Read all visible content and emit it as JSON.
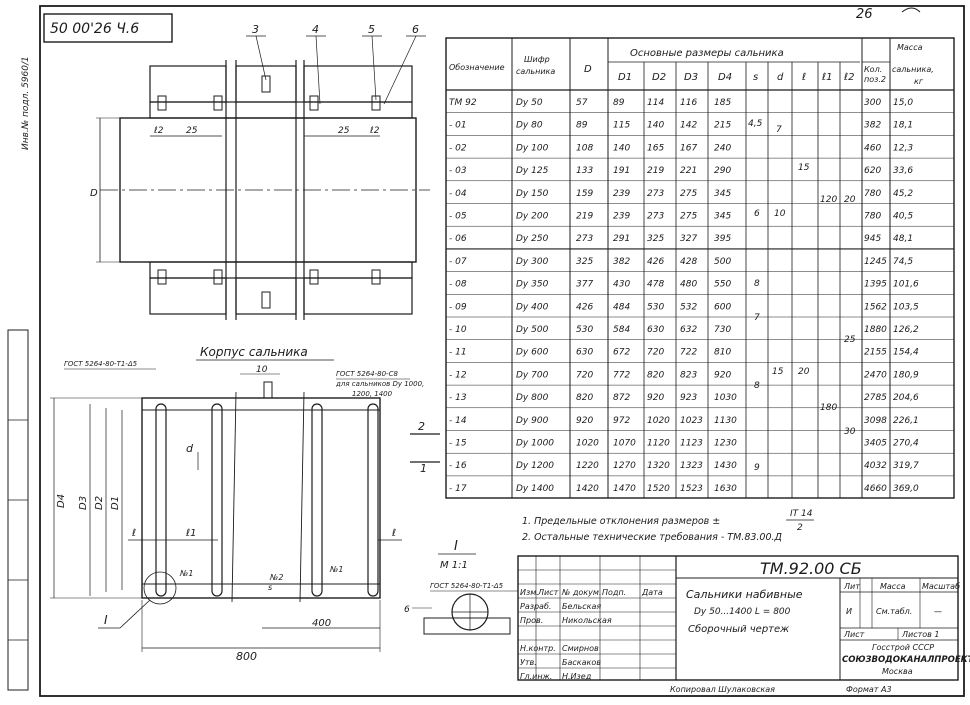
{
  "sheet": {
    "stamp_top_left": "50 00'26 Ч.6",
    "page_number": "26",
    "side_text": "Инв.№ подл.   5960/1"
  },
  "drawing": {
    "callouts": [
      "3",
      "4",
      "5",
      "6"
    ],
    "top_dims": {
      "l2": "ℓ2",
      "d25a": "25",
      "d25b": "25",
      "l2b": "ℓ2"
    },
    "D_label": "D",
    "body_title": "Корпус сальника",
    "gost_left": "ГОСТ 5264-80-Т1-Δ5",
    "gost_right_1": "ГОСТ 5264-80-С8",
    "gost_right_2": "для сальников Dу 1000,",
    "gost_right_3": "1200, 1400",
    "dim_10": "10",
    "d_small": "d",
    "D_labels": [
      "D4",
      "D3",
      "D2",
      "D1"
    ],
    "l_small": "ℓ",
    "l1_label": "ℓ1",
    "l_right": "ℓ",
    "positions": {
      "p1": "№1",
      "p2": "№2",
      "p1b": "№1",
      "s_mark": "s"
    },
    "side_marks": {
      "two": "2",
      "one": "1"
    },
    "dim_400": "400",
    "dim_800": "800",
    "roman_I": "I",
    "detail_title": "I",
    "detail_scale": "М 1:1",
    "gost_detail": "ГОСТ 5264-80-Т1-Δ5",
    "detail_6": "6"
  },
  "table": {
    "headers": {
      "designation": "Обозначение",
      "code_1": "Шифр",
      "code_2": "сальника",
      "D": "D",
      "main_sizes": "Основные размеры сальника",
      "D1": "D1",
      "D2": "D2",
      "D3": "D3",
      "D4": "D4",
      "s": "s",
      "d": "d",
      "l": "ℓ",
      "l1": "ℓ1",
      "l2": "ℓ2",
      "mass_1": "Масса",
      "mass_2": "сальника,",
      "mass_3": "кг",
      "pos_1": "Кол.",
      "pos_2": "поз.2"
    },
    "rows": [
      {
        "des": "ТМ 92",
        "code": "Dу 50",
        "D": "57",
        "D1": "89",
        "D2": "114",
        "D3": "116",
        "D4": "185",
        "q": "300",
        "m": "15,0"
      },
      {
        "des": "- 01",
        "code": "Dу 80",
        "D": "89",
        "D1": "115",
        "D2": "140",
        "D3": "142",
        "D4": "215",
        "q": "382",
        "m": "18,1"
      },
      {
        "des": "- 02",
        "code": "Dу 100",
        "D": "108",
        "D1": "140",
        "D2": "165",
        "D3": "167",
        "D4": "240",
        "q": "460",
        "m": "12,3"
      },
      {
        "des": "- 03",
        "code": "Dу 125",
        "D": "133",
        "D1": "191",
        "D2": "219",
        "D3": "221",
        "D4": "290",
        "q": "620",
        "m": "33,6"
      },
      {
        "des": "- 04",
        "code": "Dу 150",
        "D": "159",
        "D1": "239",
        "D2": "273",
        "D3": "275",
        "D4": "345",
        "q": "780",
        "m": "45,2"
      },
      {
        "des": "- 05",
        "code": "Dу 200",
        "D": "219",
        "D1": "239",
        "D2": "273",
        "D3": "275",
        "D4": "345",
        "q": "780",
        "m": "40,5"
      },
      {
        "des": "- 06",
        "code": "Dу 250",
        "D": "273",
        "D1": "291",
        "D2": "325",
        "D3": "327",
        "D4": "395",
        "q": "945",
        "m": "48,1"
      },
      {
        "des": "- 07",
        "code": "Dу 300",
        "D": "325",
        "D1": "382",
        "D2": "426",
        "D3": "428",
        "D4": "500",
        "q": "1245",
        "m": "74,5"
      },
      {
        "des": "- 08",
        "code": "Dу 350",
        "D": "377",
        "D1": "430",
        "D2": "478",
        "D3": "480",
        "D4": "550",
        "q": "1395",
        "m": "101,6"
      },
      {
        "des": "- 09",
        "code": "Dу 400",
        "D": "426",
        "D1": "484",
        "D2": "530",
        "D3": "532",
        "D4": "600",
        "q": "1562",
        "m": "103,5"
      },
      {
        "des": "- 10",
        "code": "Dу 500",
        "D": "530",
        "D1": "584",
        "D2": "630",
        "D3": "632",
        "D4": "730",
        "q": "1880",
        "m": "126,2"
      },
      {
        "des": "- 11",
        "code": "Dу 600",
        "D": "630",
        "D1": "672",
        "D2": "720",
        "D3": "722",
        "D4": "810",
        "q": "2155",
        "m": "154,4"
      },
      {
        "des": "- 12",
        "code": "Dу 700",
        "D": "720",
        "D1": "772",
        "D2": "820",
        "D3": "823",
        "D4": "920",
        "q": "2470",
        "m": "180,9"
      },
      {
        "des": "- 13",
        "code": "Dу 800",
        "D": "820",
        "D1": "872",
        "D2": "920",
        "D3": "923",
        "D4": "1030",
        "q": "2785",
        "m": "204,6"
      },
      {
        "des": "- 14",
        "code": "Dу 900",
        "D": "920",
        "D1": "972",
        "D2": "1020",
        "D3": "1023",
        "D4": "1130",
        "q": "3098",
        "m": "226,1"
      },
      {
        "des": "- 15",
        "code": "Dу 1000",
        "D": "1020",
        "D1": "1070",
        "D2": "1120",
        "D3": "1123",
        "D4": "1230",
        "q": "3405",
        "m": "270,4"
      },
      {
        "des": "- 16",
        "code": "Dу 1200",
        "D": "1220",
        "D1": "1270",
        "D2": "1320",
        "D3": "1323",
        "D4": "1430",
        "q": "4032",
        "m": "319,7"
      },
      {
        "des": "- 17",
        "code": "Dу 1400",
        "D": "1420",
        "D1": "1470",
        "D2": "1520",
        "D3": "1523",
        "D4": "1630",
        "q": "4660",
        "m": "369,0"
      }
    ],
    "merged": {
      "s_45": "4,5",
      "s_6": "6",
      "s_8": "8",
      "s_7": "7",
      "s_8b": "8",
      "s_9": "9",
      "d_7": "7",
      "d_10": "10",
      "d_15": "15",
      "l_15": "15",
      "l_20": "20",
      "l1_120": "120",
      "l1_180": "180",
      "l2_20": "20",
      "l2_25": "25",
      "l2_30": "30"
    }
  },
  "notes": {
    "n1": "1. Предельные отклонения размеров  ±",
    "n1_frac_top": "IT 14",
    "n1_frac_bottom": "2",
    "n2": "2. Остальные технические требования - ТМ.83.00.Д"
  },
  "title_block": {
    "doc_number": "ТМ.92.00 СБ",
    "title_line_1": "Сальники набивные",
    "title_line_2": "Dу 50...1400    L = 800",
    "title_line_3": "Сборочный чертеж",
    "col_lit": "Лит",
    "col_mass": "Масса",
    "col_scale": "Масштаб",
    "lit_value": "И",
    "mass_value": "См.табл.",
    "scale_value": "—",
    "sheet_label": "Лист",
    "sheets_label": "Листов 1",
    "org_1": "Госстрой СССР",
    "org_2": "СОЮЗВОДОКАНАЛПРОЕКТ",
    "org_3": "Москва",
    "rev_headers": [
      "Изм.",
      "Лист",
      "№ докум.",
      "Подп.",
      "Дата"
    ],
    "staff_roles": [
      "Разраб.",
      "Пров.",
      "",
      "Н.контр.",
      "Утв.",
      "Гл.инж."
    ],
    "staff_names": [
      "Бельская",
      "Никольская",
      "",
      "Смирнов",
      "Баскаков",
      "Н.Изед"
    ],
    "copied": "Копировал  Шулаковская",
    "format": "Формат  А3"
  }
}
